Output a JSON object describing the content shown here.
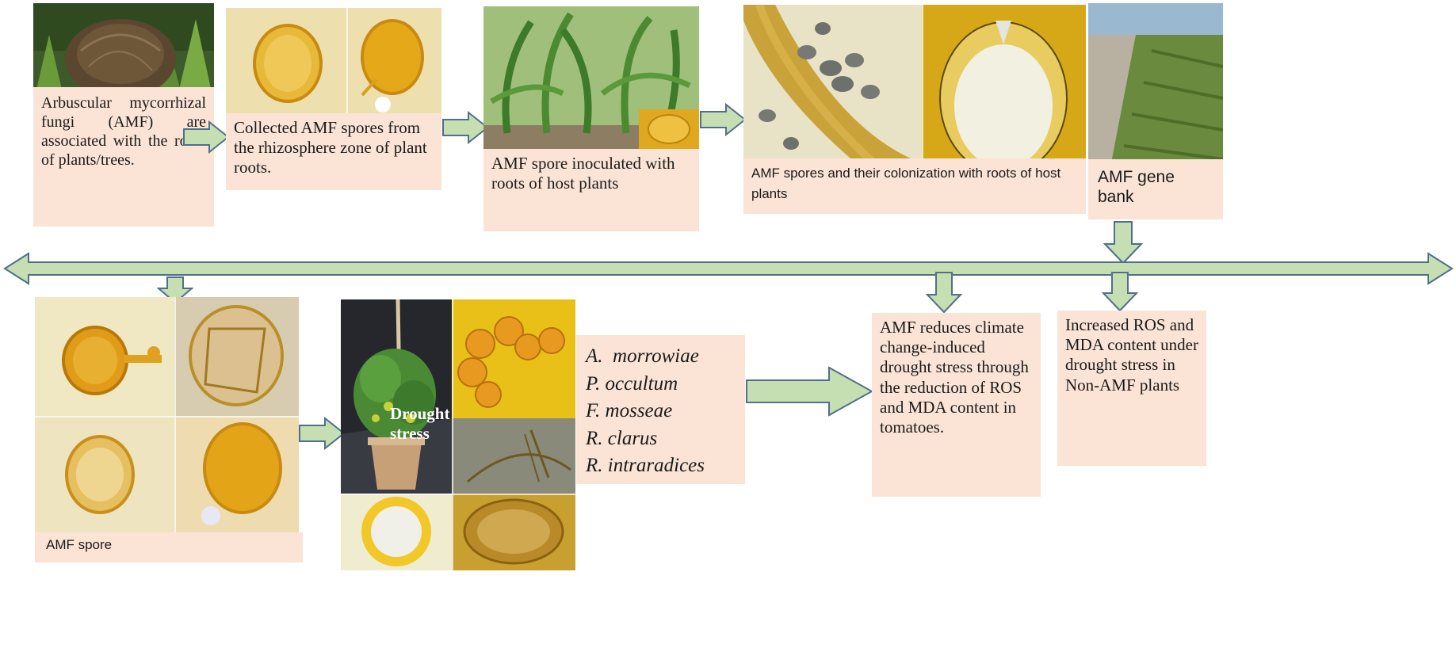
{
  "colors": {
    "caption_bg": "#fbe4d6",
    "arrow_fill": "#c6dfb2",
    "arrow_stroke": "#4f6f8c",
    "spore_yellow": "#e2a820",
    "spore_bg": "#efe2b0"
  },
  "captions": {
    "step1": "Arbuscular mycorrhizal fungi (AMF) are associated with the roots of plants/trees.",
    "step2": "Collected AMF spores from the rhizosphere zone of plant roots.",
    "step3": "AMF spore inoculated with roots of host plants",
    "step4": "AMF spores and their colonization with roots of host plants",
    "step5": "AMF gene bank",
    "spore": "AMF spore",
    "drought_label": "Drought stress",
    "result_amf": "AMF reduces climate change-induced drought stress through the reduction of ROS and MDA content in tomatoes.",
    "result_non_amf": "Increased ROS and MDA content under drought stress in Non-AMF plants"
  },
  "species": [
    "A.  morrowiae",
    "P. occultum",
    "F. mosseae",
    "R. clarus",
    "R. intraradices"
  ]
}
